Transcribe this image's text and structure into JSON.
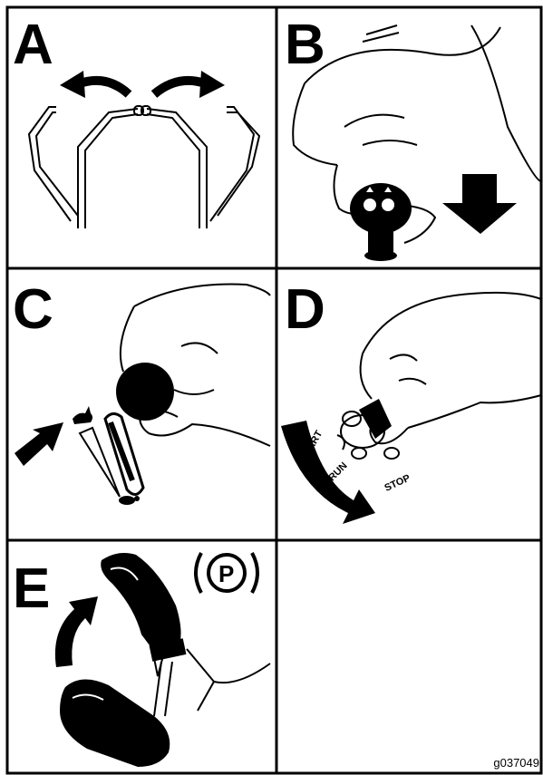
{
  "panels": [
    {
      "letter": "A"
    },
    {
      "letter": "B"
    },
    {
      "letter": "C"
    },
    {
      "letter": "D",
      "labels": {
        "start": "ART",
        "run": "RUN",
        "stop": "STOP"
      }
    },
    {
      "letter": "E",
      "parking_symbol": "(P)"
    }
  ],
  "figure_code": "g037049",
  "colors": {
    "ink": "#000000",
    "paper": "#ffffff"
  }
}
